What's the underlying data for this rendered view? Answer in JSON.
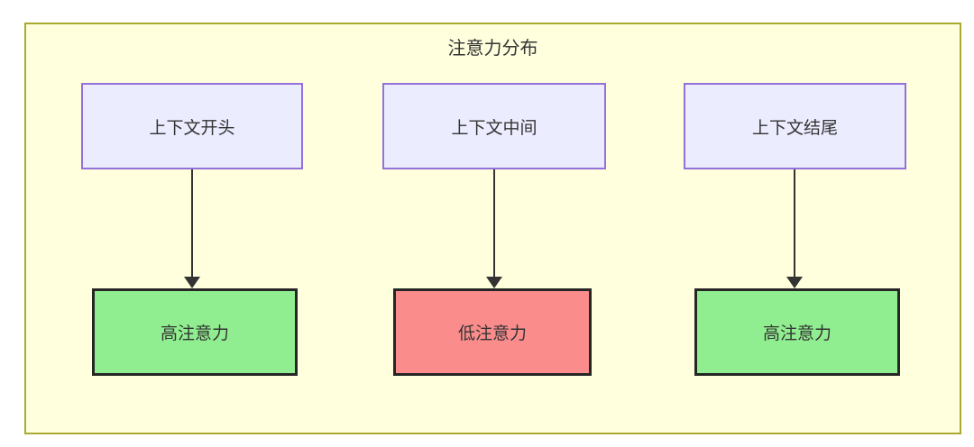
{
  "diagram": {
    "title": "注意力分布",
    "type": "flowchart",
    "colors": {
      "canvas-bg": "#ffffff",
      "panel-fill": "#ffffde",
      "panel-border": "#aaaa33",
      "source-fill": "#ececff",
      "source-border": "#9370db",
      "high-fill": "#90ee90",
      "low-fill": "#fa8c8c",
      "target-border": "#262626",
      "arrow": "#333333",
      "text": "#333333"
    },
    "columns": [
      {
        "source": "上下文开头",
        "target": "高注意力",
        "attention": "high"
      },
      {
        "source": "上下文中间",
        "target": "低注意力",
        "attention": "low"
      },
      {
        "source": "上下文结尾",
        "target": "高注意力",
        "attention": "high"
      }
    ]
  }
}
